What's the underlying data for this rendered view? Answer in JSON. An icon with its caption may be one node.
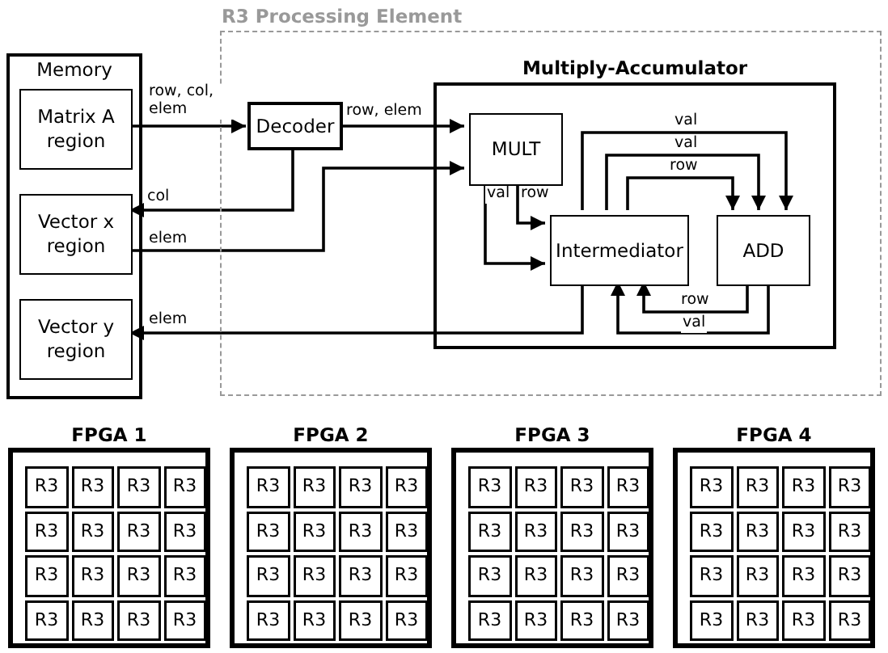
{
  "diagram": {
    "nodes": [
      {
        "text": [
          "Memory"
        ]
      },
      {
        "text": [
          "Matrix A region"
        ],
        "in": 0
      },
      {
        "text": [
          "Vector x region"
        ],
        "in": 0
      },
      {
        "text": [
          "Vector y region"
        ],
        "in": 0
      },
      {
        "text": [
          "R3 Processing Element"
        ]
      },
      {
        "text": [
          "Decoder"
        ],
        "in": 4
      },
      {
        "text": [
          "Multiply-Accumulator"
        ],
        "in": 4
      },
      {
        "text": [
          "MULT"
        ],
        "in": 6
      },
      {
        "text": [
          "Intermediator"
        ],
        "in": 6
      },
      {
        "text": [
          "ADD"
        ],
        "in": 6
      },
      {
        "text": [
          "FPGA 1"
        ]
      },
      {
        "text": [
          "R3"
        ],
        "in": 10
      },
      {
        "text": [
          "R3"
        ],
        "in": 10
      },
      {
        "text": [
          "R3"
        ],
        "in": 10
      },
      {
        "text": [
          "R3"
        ],
        "in": 10
      },
      {
        "text": [
          "R3"
        ],
        "in": 10
      },
      {
        "text": [
          "R3"
        ],
        "in": 10
      },
      {
        "text": [
          "R3"
        ],
        "in": 10
      },
      {
        "text": [
          "R3"
        ],
        "in": 10
      },
      {
        "text": [
          "R3"
        ],
        "in": 10
      },
      {
        "text": [
          "R3"
        ],
        "in": 10
      },
      {
        "text": [
          "R3"
        ],
        "in": 10
      },
      {
        "text": [
          "R3"
        ],
        "in": 10
      },
      {
        "text": [
          "R3"
        ],
        "in": 10
      },
      {
        "text": [
          "R3"
        ],
        "in": 10
      },
      {
        "text": [
          "R3"
        ],
        "in": 10
      },
      {
        "text": [
          "R3"
        ],
        "in": 10
      },
      {
        "text": [
          "FPGA 2"
        ]
      },
      {
        "text": [
          "R3"
        ],
        "in": 27
      },
      {
        "text": [
          "R3"
        ],
        "in": 27
      },
      {
        "text": [
          "R3"
        ],
        "in": 27
      },
      {
        "text": [
          "R3"
        ],
        "in": 27
      },
      {
        "text": [
          "R3"
        ],
        "in": 27
      },
      {
        "text": [
          "R3"
        ],
        "in": 27
      },
      {
        "text": [
          "R3"
        ],
        "in": 27
      },
      {
        "text": [
          "R3"
        ],
        "in": 27
      },
      {
        "text": [
          "R3"
        ],
        "in": 27
      },
      {
        "text": [
          "R3"
        ],
        "in": 27
      },
      {
        "text": [
          "R3"
        ],
        "in": 27
      },
      {
        "text": [
          "R3"
        ],
        "in": 27
      },
      {
        "text": [
          "R3"
        ],
        "in": 27
      },
      {
        "text": [
          "R3"
        ],
        "in": 27
      },
      {
        "text": [
          "R3"
        ],
        "in": 27
      },
      {
        "text": [
          "R3"
        ],
        "in": 27
      },
      {
        "text": [
          "FPGA 3"
        ]
      },
      {
        "text": [
          "R3"
        ],
        "in": 44
      },
      {
        "text": [
          "R3"
        ],
        "in": 44
      },
      {
        "text": [
          "R3"
        ],
        "in": 44
      },
      {
        "text": [
          "R3"
        ],
        "in": 44
      },
      {
        "text": [
          "R3"
        ],
        "in": 44
      },
      {
        "text": [
          "R3"
        ],
        "in": 44
      },
      {
        "text": [
          "R3"
        ],
        "in": 44
      },
      {
        "text": [
          "R3"
        ],
        "in": 44
      },
      {
        "text": [
          "R3"
        ],
        "in": 44
      },
      {
        "text": [
          "R3"
        ],
        "in": 44
      },
      {
        "text": [
          "R3"
        ],
        "in": 44
      },
      {
        "text": [
          "R3"
        ],
        "in": 44
      },
      {
        "text": [
          "R3"
        ],
        "in": 44
      },
      {
        "text": [
          "R3"
        ],
        "in": 44
      },
      {
        "text": [
          "R3"
        ],
        "in": 44
      },
      {
        "text": [
          "R3"
        ],
        "in": 44
      },
      {
        "text": [
          "FPGA 4"
        ]
      },
      {
        "text": [
          "R3"
        ],
        "in": 61
      },
      {
        "text": [
          "R3"
        ],
        "in": 61
      },
      {
        "text": [
          "R3"
        ],
        "in": 61
      },
      {
        "text": [
          "R3"
        ],
        "in": 61
      },
      {
        "text": [
          "R3"
        ],
        "in": 61
      },
      {
        "text": [
          "R3"
        ],
        "in": 61
      },
      {
        "text": [
          "R3"
        ],
        "in": 61
      },
      {
        "text": [
          "R3"
        ],
        "in": 61
      },
      {
        "text": [
          "R3"
        ],
        "in": 61
      },
      {
        "text": [
          "R3"
        ],
        "in": 61
      },
      {
        "text": [
          "R3"
        ],
        "in": 61
      },
      {
        "text": [
          "R3"
        ],
        "in": 61
      },
      {
        "text": [
          "R3"
        ],
        "in": 61
      },
      {
        "text": [
          "R3"
        ],
        "in": 61
      },
      {
        "text": [
          "R3"
        ],
        "in": 61
      },
      {
        "text": [
          "R3"
        ],
        "in": 61
      }
    ],
    "edges": [
      {
        "from": 1,
        "to": 5,
        "arrow": "to",
        "label": "row, col, elem"
      },
      {
        "from": 5,
        "to": 2,
        "arrow": "to",
        "label": "col"
      },
      {
        "from": 2,
        "to": 7,
        "arrow": "to",
        "label": "elem"
      },
      {
        "from": 5,
        "to": 7,
        "arrow": "to",
        "label": "row, elem"
      },
      {
        "from": 8,
        "to": 3,
        "arrow": "to",
        "label": "elem"
      },
      {
        "from": 7,
        "to": 8,
        "arrow": "to",
        "label": "val"
      },
      {
        "from": 7,
        "to": 8,
        "arrow": "to",
        "label": "row"
      },
      {
        "from": 8,
        "to": 9,
        "arrow": "to",
        "label": "val"
      },
      {
        "from": 8,
        "to": 9,
        "arrow": "to",
        "label": "val"
      },
      {
        "from": 8,
        "to": 9,
        "arrow": "to",
        "label": "row"
      },
      {
        "from": 9,
        "to": 8,
        "arrow": "to",
        "label": "row"
      },
      {
        "from": 9,
        "to": 8,
        "arrow": "to",
        "label": "val"
      }
    ]
  }
}
